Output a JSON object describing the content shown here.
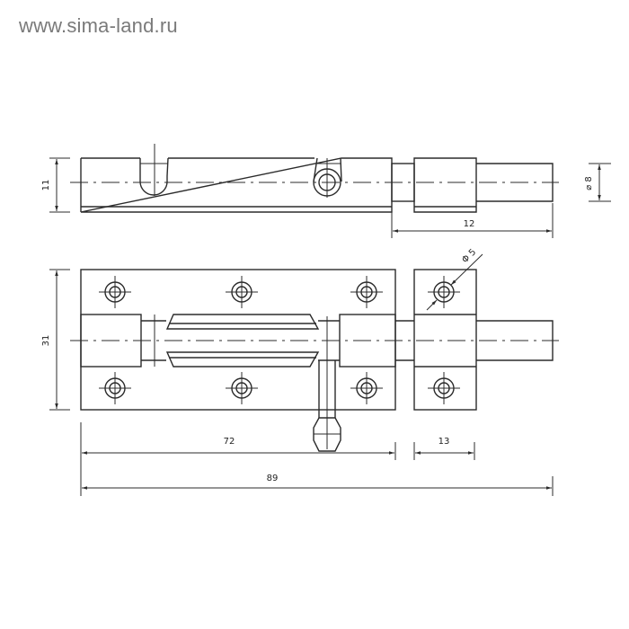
{
  "watermark": "www.sima-land.ru",
  "drawing": {
    "title": "Barrel bolt technical drawing",
    "views": [
      "side-view",
      "front-view"
    ],
    "dimensions": {
      "side_height": "11",
      "bolt_extension": "12",
      "bolt_diameter": "⌀ 8",
      "front_height": "31",
      "base_length": "72",
      "keeper_length": "13",
      "total_length": "89",
      "screw_hole_diameter": "Φ 5"
    },
    "units": "mm",
    "colors": {
      "line": "#2b2b2b",
      "watermark": "#7a7a7a",
      "background": "#ffffff"
    }
  }
}
